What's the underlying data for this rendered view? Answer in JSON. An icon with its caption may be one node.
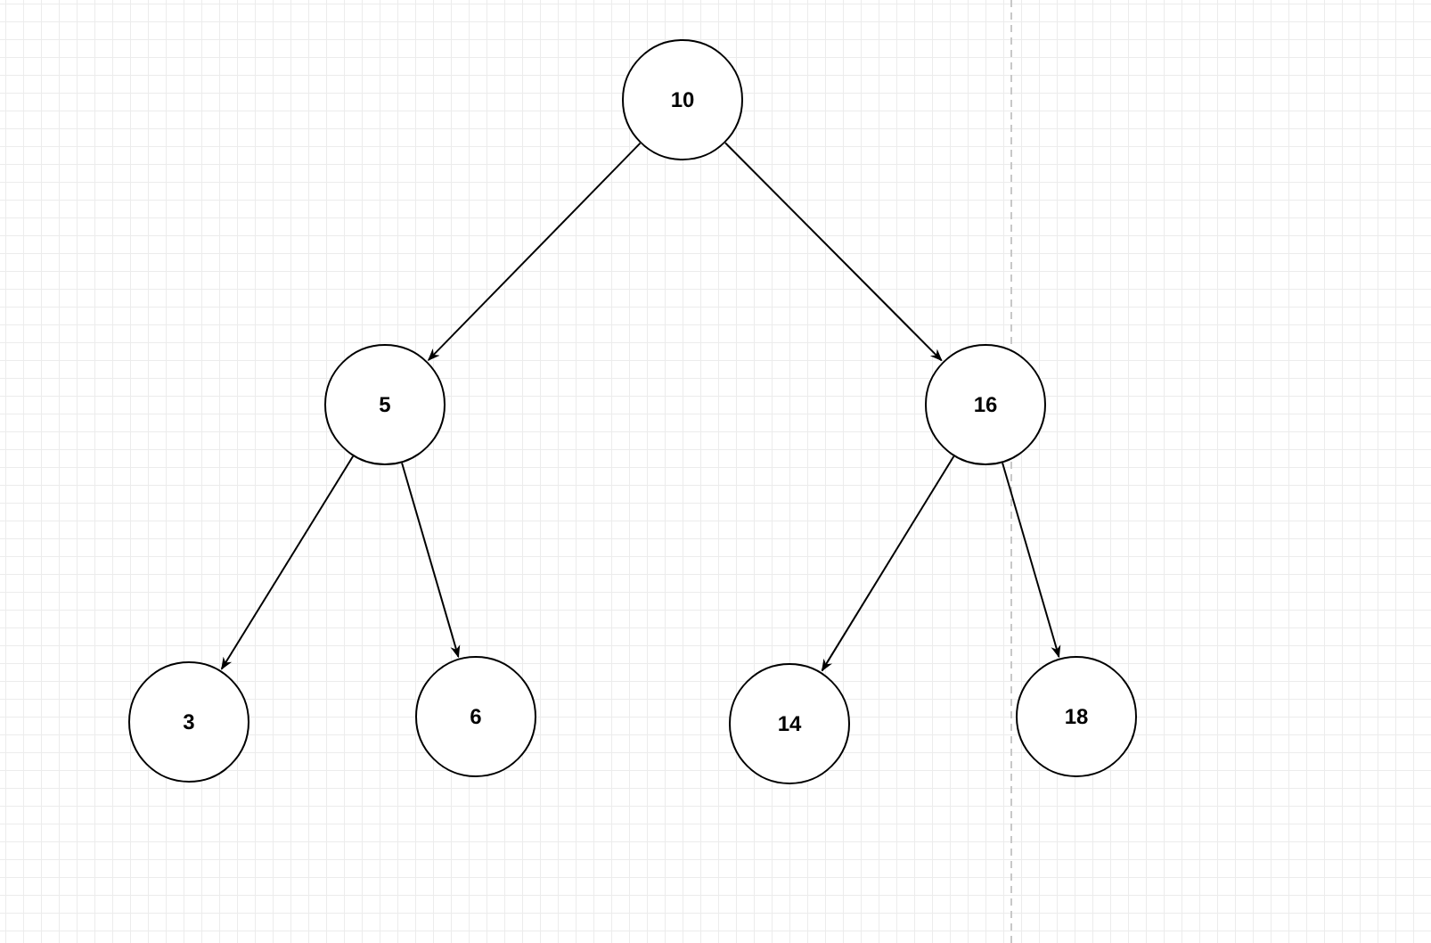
{
  "diagram": {
    "nodes": [
      {
        "text": [
          "10"
        ]
      },
      {
        "text": [
          "5"
        ]
      },
      {
        "text": [
          "16"
        ]
      },
      {
        "text": [
          "3"
        ]
      },
      {
        "text": [
          "6"
        ]
      },
      {
        "text": [
          "14"
        ]
      },
      {
        "text": [
          "18"
        ]
      }
    ],
    "edges": [
      {
        "from": 0,
        "to": 1,
        "arrow": "to"
      },
      {
        "from": 0,
        "to": 2,
        "arrow": "to"
      },
      {
        "from": 1,
        "to": 3,
        "arrow": "to"
      },
      {
        "from": 1,
        "to": 4,
        "arrow": "to"
      },
      {
        "from": 2,
        "to": 5,
        "arrow": "to"
      },
      {
        "from": 2,
        "to": 6,
        "arrow": "to"
      }
    ]
  }
}
